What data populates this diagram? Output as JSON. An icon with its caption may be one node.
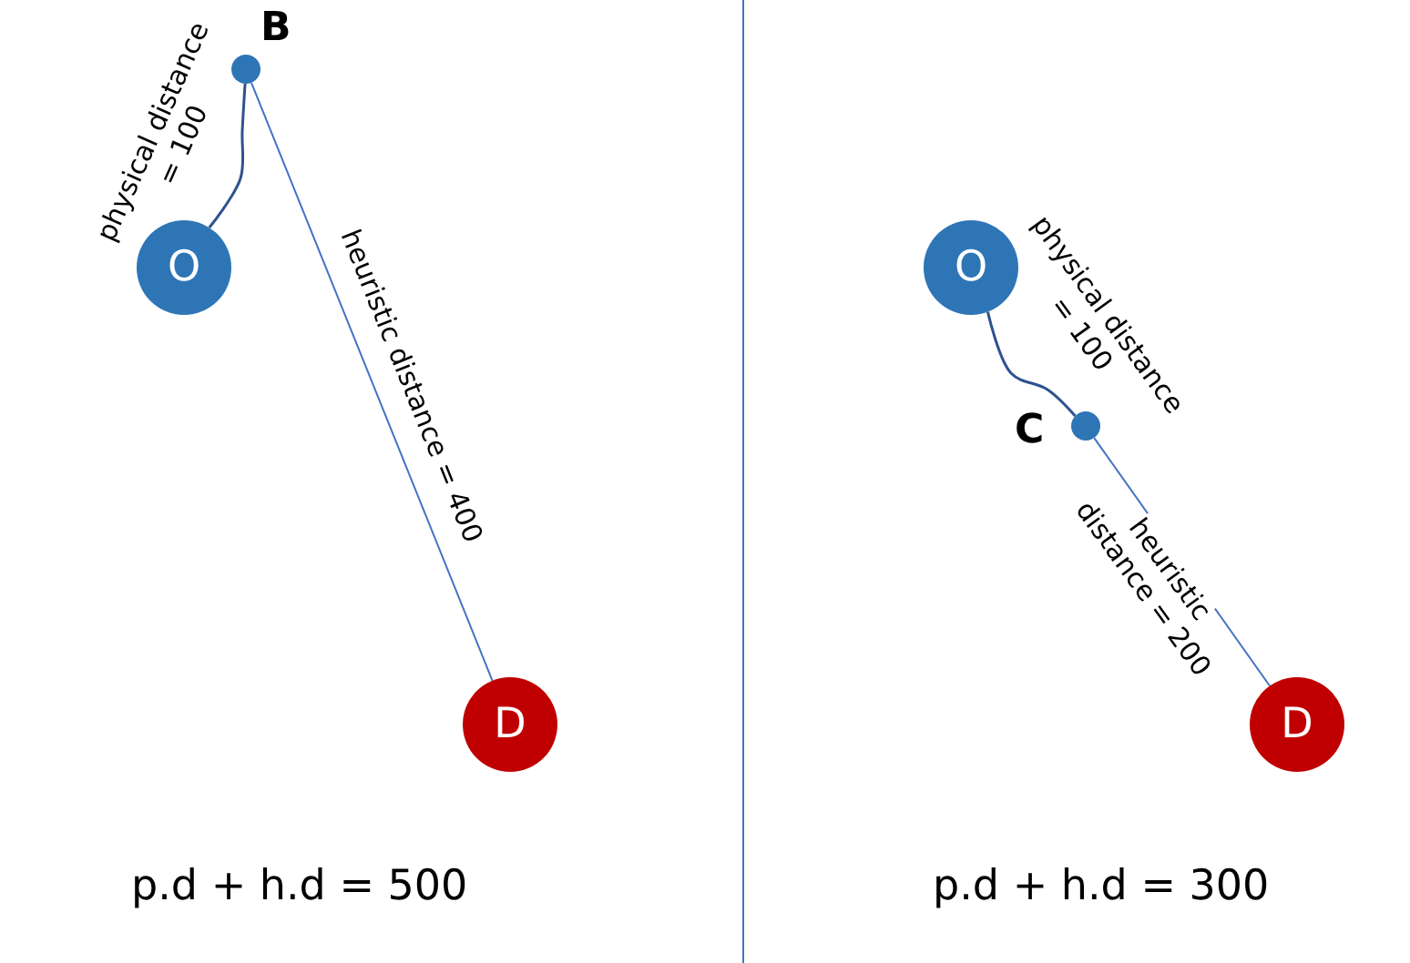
{
  "diagram": {
    "nodes": [
      {
        "text": [
          "O"
        ]
      },
      {
        "text": [],
        "shape": "circle",
        "beside": [
          "B"
        ]
      },
      {
        "text": [
          "D"
        ]
      },
      {
        "text": [
          "O"
        ]
      },
      {
        "text": [],
        "shape": "circle",
        "beside": [
          "C"
        ]
      },
      {
        "text": [
          "D"
        ]
      }
    ],
    "edges": [
      {
        "from": 0,
        "to": 1,
        "arrow": "none",
        "label": "physical distance = 100",
        "color": "#2f528f"
      },
      {
        "from": 1,
        "to": 2,
        "arrow": "none",
        "label": "heuristic distance = 400"
      },
      {
        "from": 3,
        "to": 4,
        "arrow": "none",
        "label": "physical distance = 100",
        "color": "#2f528f"
      },
      {
        "from": 4,
        "to": 5,
        "arrow": "none",
        "label": "heuristic distance = 200"
      }
    ],
    "labels": [
      "p.d + h.d = 500",
      "p.d + h.d = 300"
    ]
  }
}
